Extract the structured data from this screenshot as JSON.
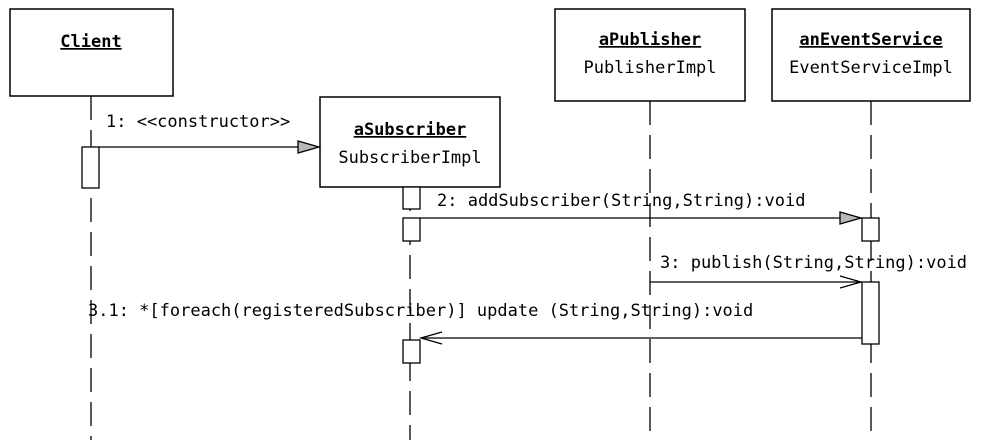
{
  "diagram": {
    "type": "uml-sequence",
    "objects": [
      {
        "id": "client",
        "name": "Client",
        "class": ""
      },
      {
        "id": "subscriber",
        "name": "aSubscriber",
        "class": "SubscriberImpl"
      },
      {
        "id": "publisher",
        "name": "aPublisher",
        "class": "PublisherImpl"
      },
      {
        "id": "eventservice",
        "name": "anEventService",
        "class": "EventServiceImpl"
      }
    ],
    "messages": [
      {
        "id": "m1",
        "label": "1: <<constructor>>",
        "from": "client",
        "to": "subscriber",
        "kind": "create"
      },
      {
        "id": "m2",
        "label": "2: addSubscriber(String,String):void",
        "from": "subscriber",
        "to": "eventservice",
        "kind": "synchronous"
      },
      {
        "id": "m3",
        "label": "3: publish(String,String):void",
        "from": "publisher",
        "to": "eventservice",
        "kind": "asynchronous"
      },
      {
        "id": "m31",
        "label": "3.1: *[foreach(registeredSubscriber)] update (String,String):void",
        "from": "eventservice",
        "to": "subscriber",
        "kind": "asynchronous"
      }
    ]
  }
}
